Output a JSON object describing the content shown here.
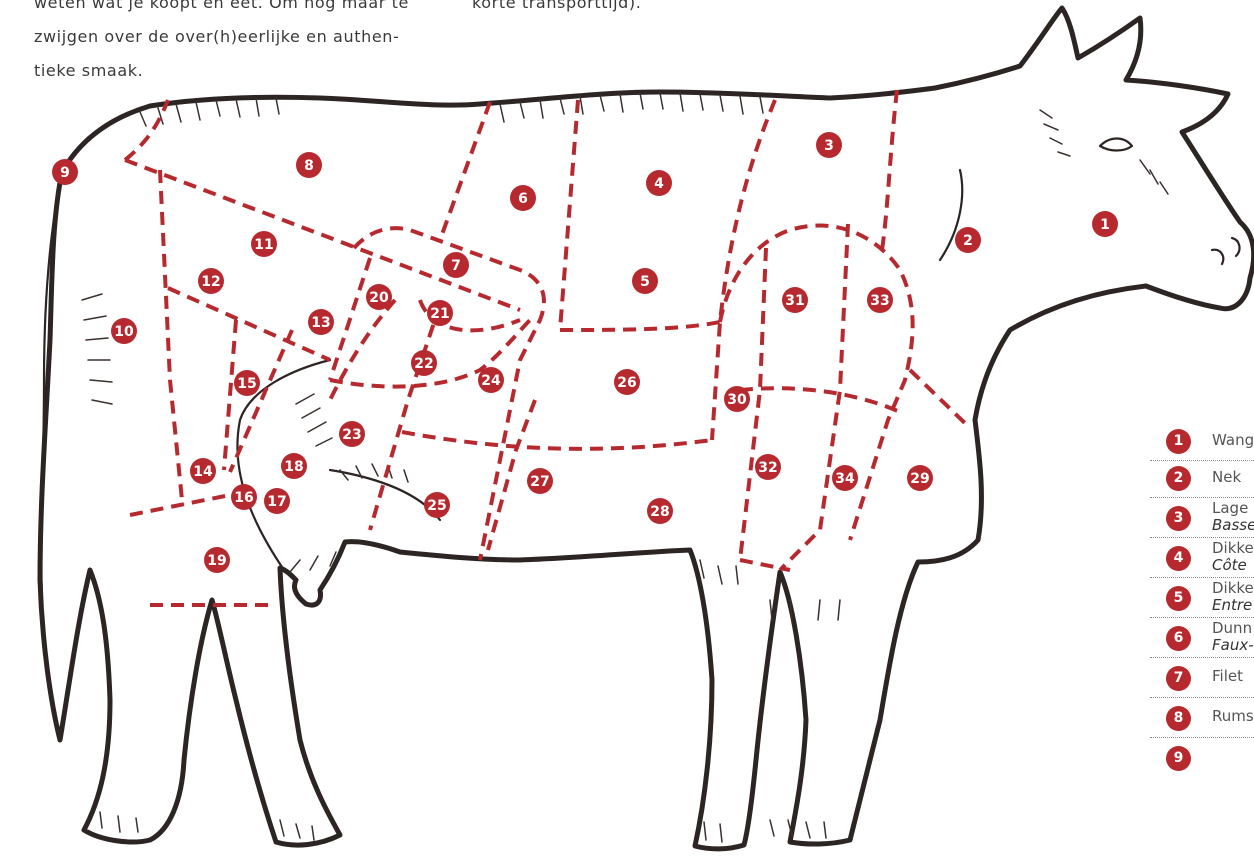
{
  "intro": {
    "left_lines": [
      "weten wat je koopt en eet. Om nog maar te",
      "zwijgen over de over(h)eerlijke en authen-",
      "tieke smaak."
    ],
    "right_lines": [
      "korte transporttijd)."
    ]
  },
  "diagram": {
    "accent_color": "#b62a2f",
    "outline_color": "#2d2523",
    "cut_numbers": [
      "1",
      "2",
      "3",
      "4",
      "5",
      "6",
      "7",
      "8",
      "9",
      "10",
      "11",
      "12",
      "13",
      "14",
      "15",
      "16",
      "17",
      "18",
      "19",
      "20",
      "21",
      "22",
      "23",
      "24",
      "25",
      "26",
      "27",
      "28",
      "29",
      "30",
      "31",
      "32",
      "33",
      "34"
    ]
  },
  "legend": {
    "items": [
      {
        "num": "1",
        "name": "Wang",
        "sub": ""
      },
      {
        "num": "2",
        "name": "Nek",
        "sub": ""
      },
      {
        "num": "3",
        "name": "Lage",
        "sub": "Basse"
      },
      {
        "num": "4",
        "name": "Dikke",
        "sub": "Côte"
      },
      {
        "num": "5",
        "name": "Dikke",
        "sub": "Entre"
      },
      {
        "num": "6",
        "name": "Dunn",
        "sub": "Faux-"
      },
      {
        "num": "7",
        "name": "Filet",
        "sub": ""
      },
      {
        "num": "8",
        "name": "Rums",
        "sub": ""
      },
      {
        "num": "9",
        "name": "",
        "sub": ""
      }
    ]
  }
}
